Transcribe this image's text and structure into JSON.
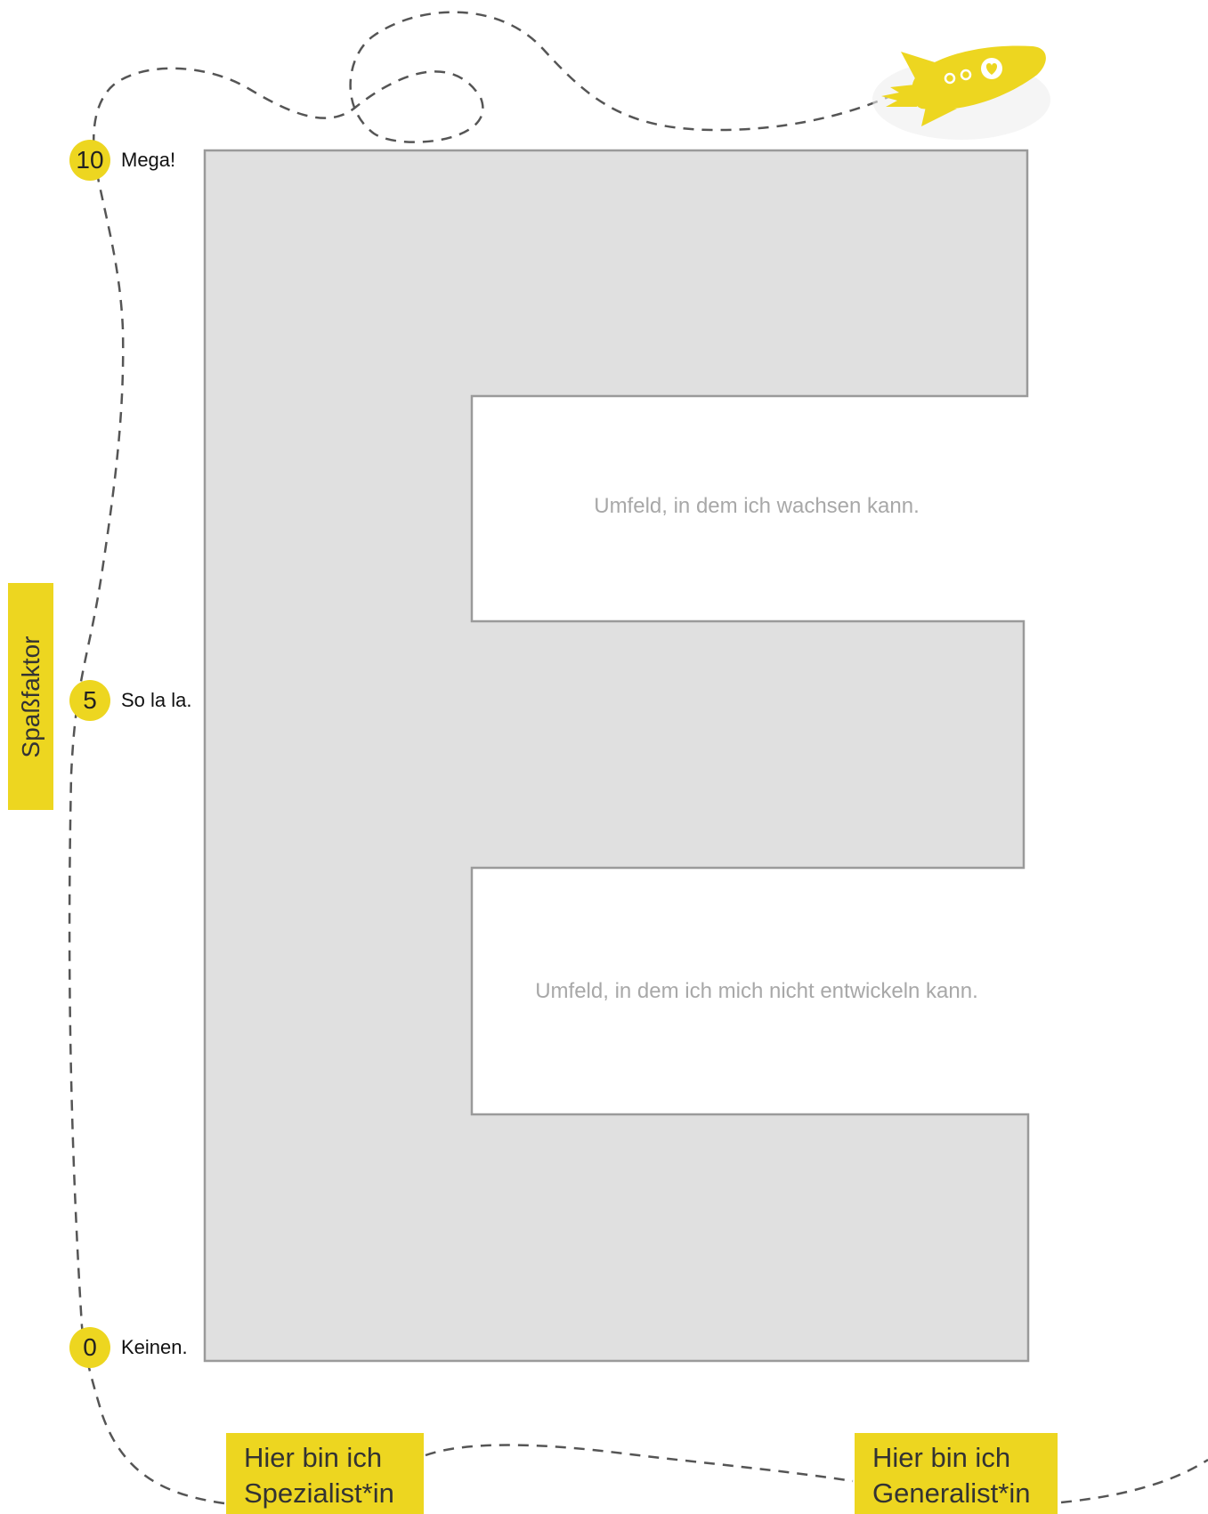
{
  "scale": {
    "axis_label": "Spaßfaktor",
    "levels": [
      {
        "value": "10",
        "label": "Mega!"
      },
      {
        "value": "5",
        "label": "So la la."
      },
      {
        "value": "0",
        "label": "Keinen."
      }
    ]
  },
  "letter": {
    "character": "E",
    "upper_gap_text": "Umfeld, in dem ich wachsen kann.",
    "lower_gap_text": "Umfeld, in dem ich mich nicht entwickeln kann."
  },
  "bottom_labels": {
    "left": "Hier bin ich\nSpezialist*in",
    "right": "Hier bin ich\nGeneralist*in"
  },
  "colors": {
    "accent": "#EDD620",
    "letter_fill": "#E0E0E0",
    "letter_stroke": "#9a9a9a",
    "path_dash": "#555555",
    "gap_text": "#a8a8a8"
  },
  "icons": {
    "rocket": "rocket-icon",
    "heart": "heart-icon"
  }
}
